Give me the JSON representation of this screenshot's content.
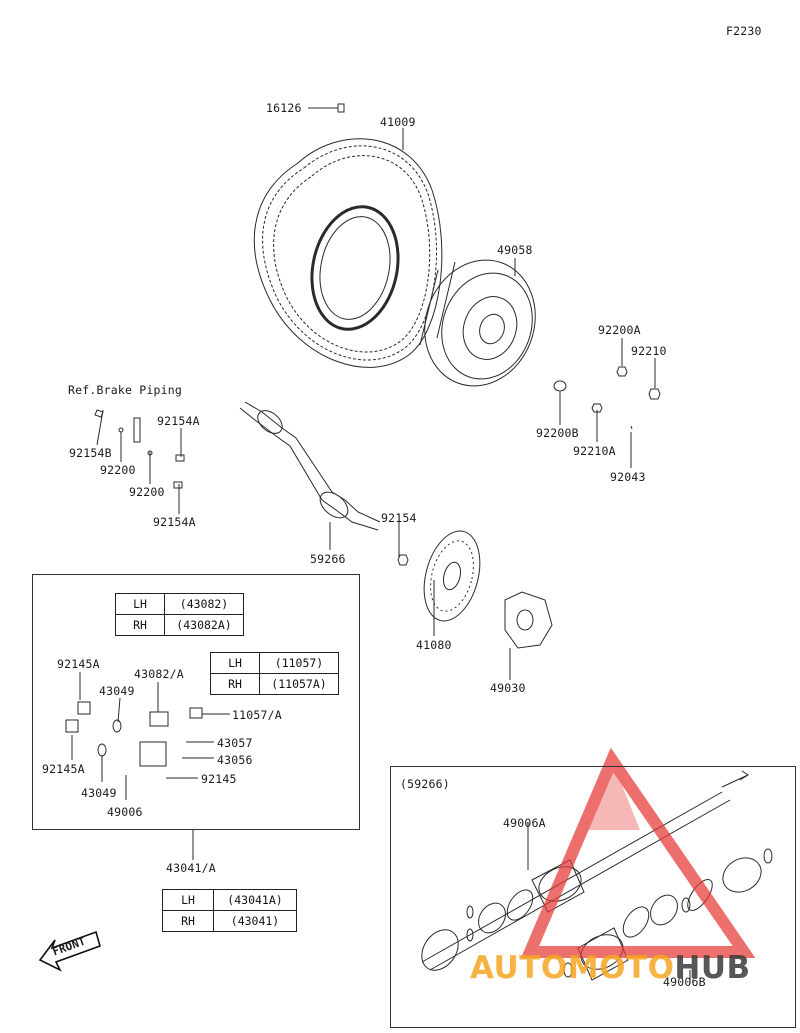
{
  "diagram_code": "F2230",
  "ref_note": "Ref.Brake Piping",
  "callouts": {
    "p16126": "16126",
    "p41009": "41009",
    "p49058": "49058",
    "p92200A": "92200A",
    "p92210": "92210",
    "p92200B": "92200B",
    "p92210A": "92210A",
    "p92043": "92043",
    "p92154A_top": "92154A",
    "p92154B": "92154B",
    "p92200": "92200",
    "p92200_2": "92200",
    "p92154A_bot": "92154A",
    "p92154": "92154",
    "p59266": "59266",
    "p41080": "41080",
    "p49030": "49030",
    "p92145A_top": "92145A",
    "p43082A": "43082/A",
    "p43049_top": "43049",
    "p11057A": "11057/A",
    "p43057": "43057",
    "p43056": "43056",
    "p92145": "92145",
    "p92145A_bot": "92145A",
    "p43049_bot": "43049",
    "p49006": "49006",
    "p43041A": "43041/A",
    "p59266_box": "(59266)",
    "p49006A": "49006A",
    "p49006B": "49006B"
  },
  "tables": {
    "t43082": {
      "rows": [
        {
          "side": "LH",
          "part": "(43082)"
        },
        {
          "side": "RH",
          "part": "(43082A)"
        }
      ]
    },
    "t11057": {
      "rows": [
        {
          "side": "LH",
          "part": "(11057)"
        },
        {
          "side": "RH",
          "part": "(11057A)"
        }
      ]
    },
    "t43041": {
      "rows": [
        {
          "side": "LH",
          "part": "(43041A)"
        },
        {
          "side": "RH",
          "part": "(43041)"
        }
      ]
    }
  },
  "front_label": "FRONT",
  "watermark": {
    "part1": "AUTO",
    "part2": "MOTO",
    "part3": "HUB"
  },
  "colors": {
    "line": "#2a2a2a",
    "watermark_red": "#e53935",
    "watermark_orange": "#f5a623",
    "watermark_gray": "#3a3a3a"
  }
}
